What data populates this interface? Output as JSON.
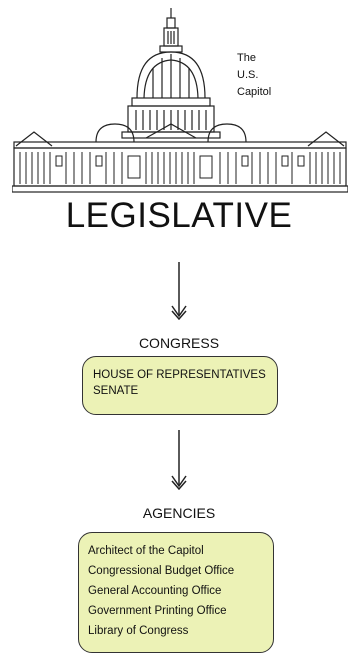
{
  "capitol": {
    "label_lines": [
      "The",
      "U.S.",
      "Capitol"
    ]
  },
  "title": "LEGISLATIVE",
  "congress": {
    "label": "CONGRESS",
    "items": [
      "HOUSE OF REPRESENTATIVES",
      "SENATE"
    ]
  },
  "agencies": {
    "label": "AGENCIES",
    "items": [
      "Architect of the Capitol",
      "Congressional Budget Office",
      "General Accounting Office",
      "Government Printing Office",
      "Library of Congress"
    ]
  },
  "colors": {
    "box_fill": "#ecf2b6",
    "stroke": "#333333",
    "text": "#111111"
  }
}
